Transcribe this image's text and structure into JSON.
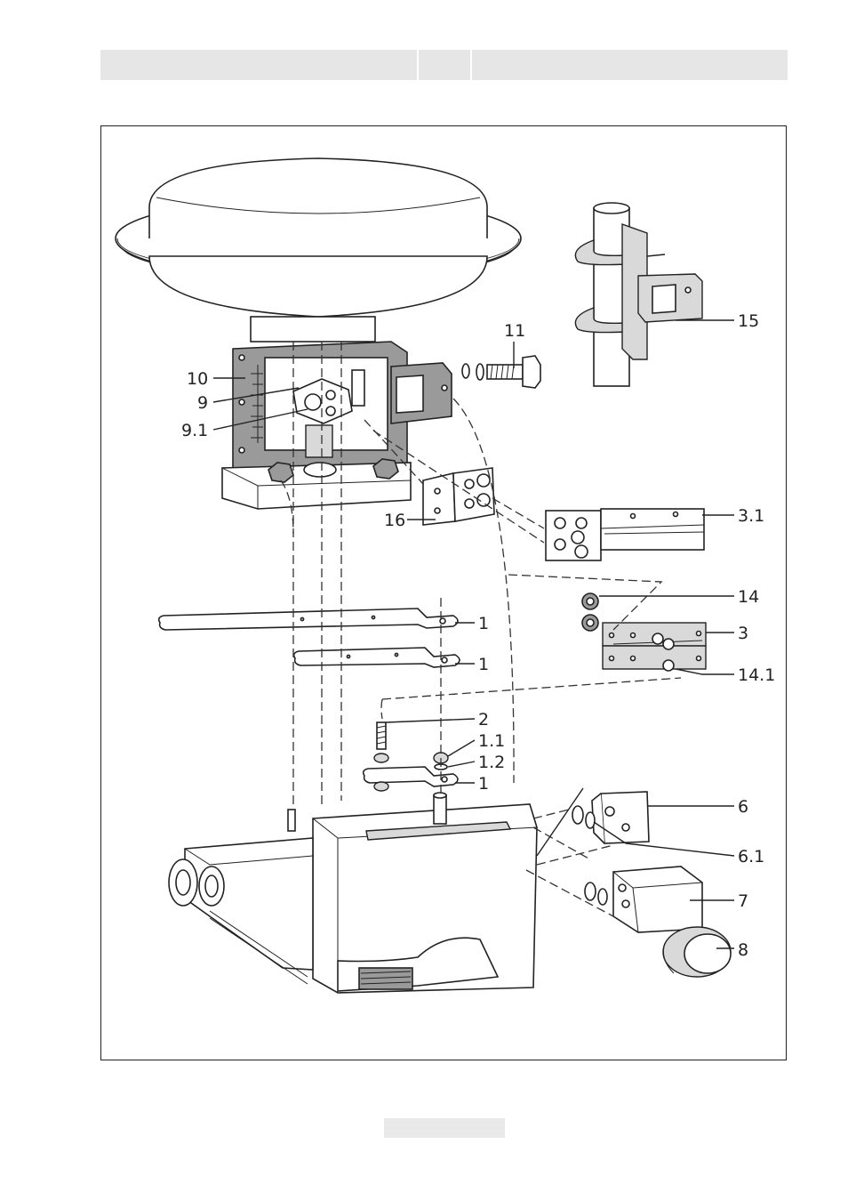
{
  "labels": {
    "l10": "10",
    "l9": "9",
    "l9_1": "9.1",
    "l11": "11",
    "l15": "15",
    "l16": "16",
    "l3_1": "3.1",
    "l14": "14",
    "l1a": "1",
    "l3": "3",
    "l1b": "1",
    "l14_1": "14.1",
    "l2": "2",
    "l1_1": "1.1",
    "l1_2": "1.2",
    "l1c": "1",
    "l6": "6",
    "l6_1": "6.1",
    "l7": "7",
    "l8": "8"
  }
}
